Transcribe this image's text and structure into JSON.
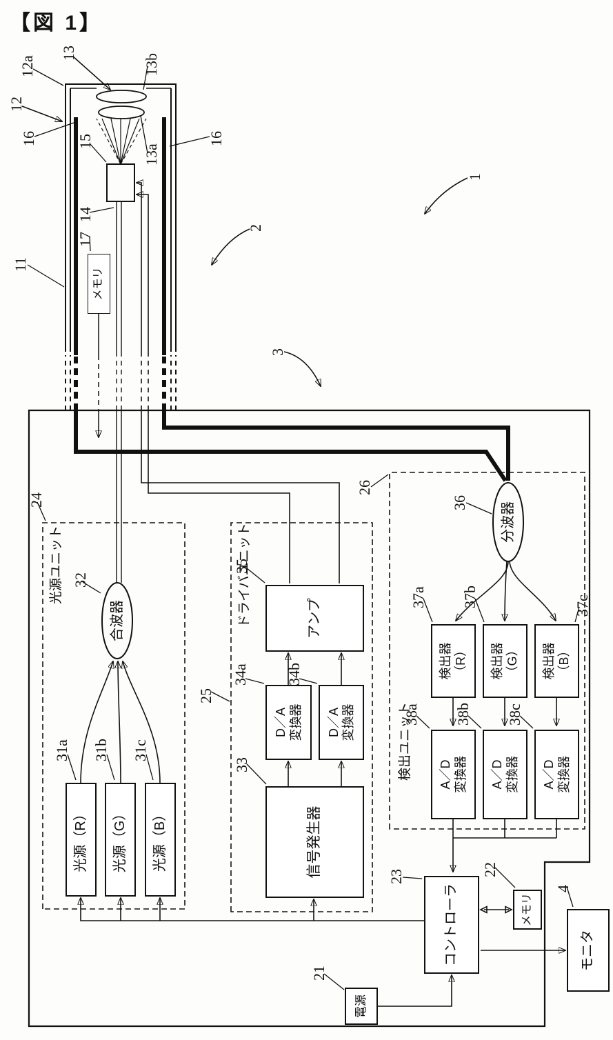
{
  "caption": "【図 1】",
  "scope": {
    "memory": "メモリ",
    "refs": {
      "n1": "1",
      "n2": "2",
      "n3": "3",
      "n11": "11",
      "n12": "12",
      "n12a": "12a",
      "n13": "13",
      "n13a": "13a",
      "n13b": "13b",
      "n14": "14",
      "n15": "15",
      "n16_top": "16",
      "n16_bottom": "16",
      "n17": "17"
    }
  },
  "unit": {
    "light_source_unit": {
      "title": "光源ユニット",
      "ref": "24",
      "source_r": {
        "label": "光源（R）",
        "ref": "31a"
      },
      "source_g": {
        "label": "光源（G）",
        "ref": "31b"
      },
      "source_b": {
        "label": "光源（B）",
        "ref": "31c"
      },
      "combiner": {
        "label": "合波器",
        "ref": "32"
      }
    },
    "driver_unit": {
      "title": "ドライバユニット",
      "ref": "25",
      "signal_generator": {
        "label": "信号発生器",
        "ref": "33"
      },
      "dac_a": {
        "line1": "D／A",
        "line2": "変換器",
        "ref": "34a"
      },
      "dac_b": {
        "line1": "D／A",
        "line2": "変換器",
        "ref": "34b"
      },
      "amp": {
        "label": "アンプ",
        "ref": "35"
      }
    },
    "detection_unit": {
      "title": "検出ユニット",
      "ref": "26",
      "splitter": {
        "label": "分波器",
        "ref": "36"
      },
      "detector_r": {
        "line1": "検出器",
        "line2": "（R）",
        "ref": "37a"
      },
      "detector_g": {
        "line1": "検出器",
        "line2": "（G）",
        "ref": "37b"
      },
      "detector_b": {
        "line1": "検出器",
        "line2": "（B）",
        "ref": "37c"
      },
      "adc_a": {
        "line1": "A／D",
        "line2": "変換器",
        "ref": "38a"
      },
      "adc_b": {
        "line1": "A／D",
        "line2": "変換器",
        "ref": "38b"
      },
      "adc_c": {
        "line1": "A／D",
        "line2": "変換器",
        "ref": "38c"
      }
    },
    "controller": {
      "label": "コントローラ",
      "ref": "23"
    },
    "memory": {
      "label": "メモリ",
      "ref": "22"
    },
    "power": {
      "label": "電源",
      "ref": "21"
    },
    "monitor": {
      "label": "モニタ",
      "ref": "4"
    }
  }
}
